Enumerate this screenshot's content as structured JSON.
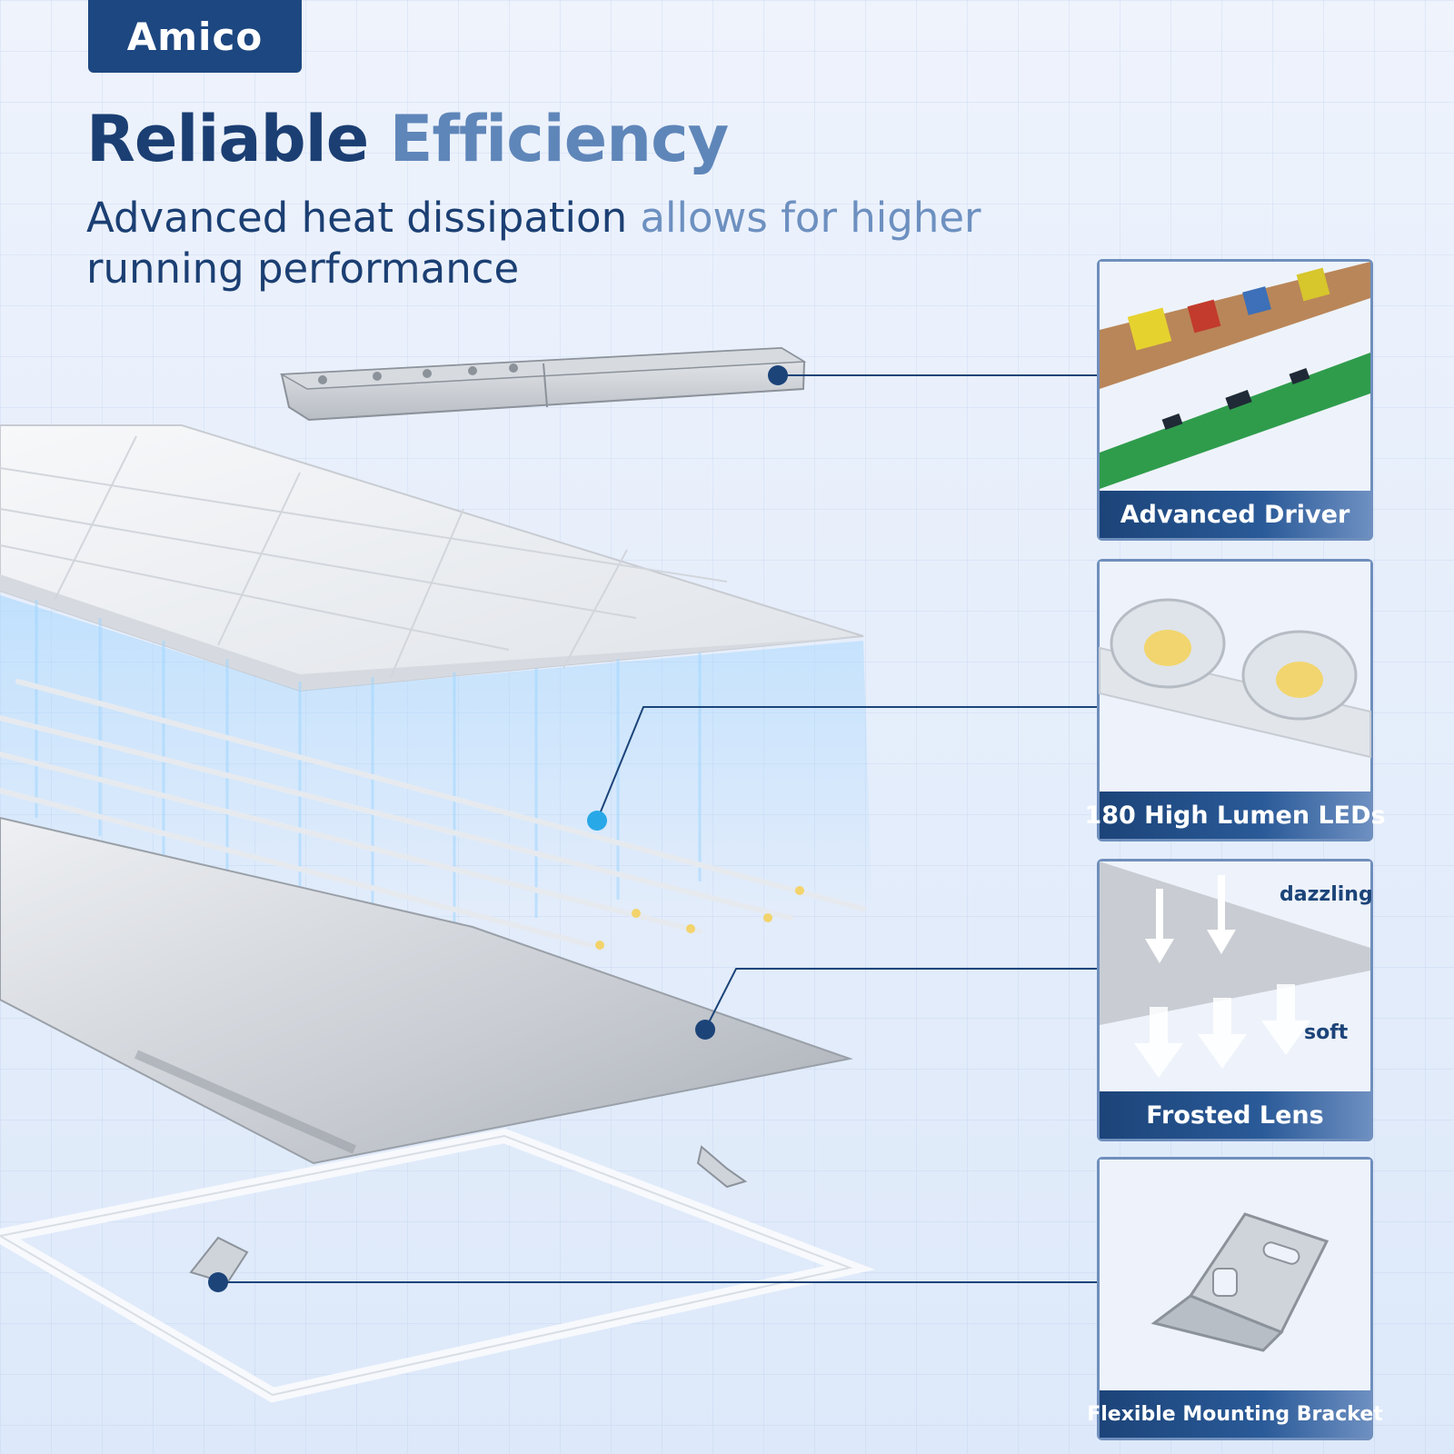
{
  "brand": {
    "logo_text": "Amico",
    "logo_bg": "#1d4780"
  },
  "headline": {
    "part1": "Reliable",
    "part2": "Efficiency"
  },
  "subhead": {
    "part1": "Advanced heat dissipation",
    "part2": "allows for higher",
    "part3": "running performance"
  },
  "callouts": [
    {
      "label": "Advanced Driver"
    },
    {
      "label": "180 High Lumen LEDs"
    },
    {
      "label": "Frosted Lens",
      "annotations": [
        "dazzling",
        "soft"
      ]
    },
    {
      "label": "Flexible Mounting Bracket"
    }
  ],
  "colors": {
    "accent_dark": "#1c4479",
    "accent_light": "#5f86b9",
    "connector_dot": "#1c4479",
    "led_dot": "#29a8e8"
  }
}
